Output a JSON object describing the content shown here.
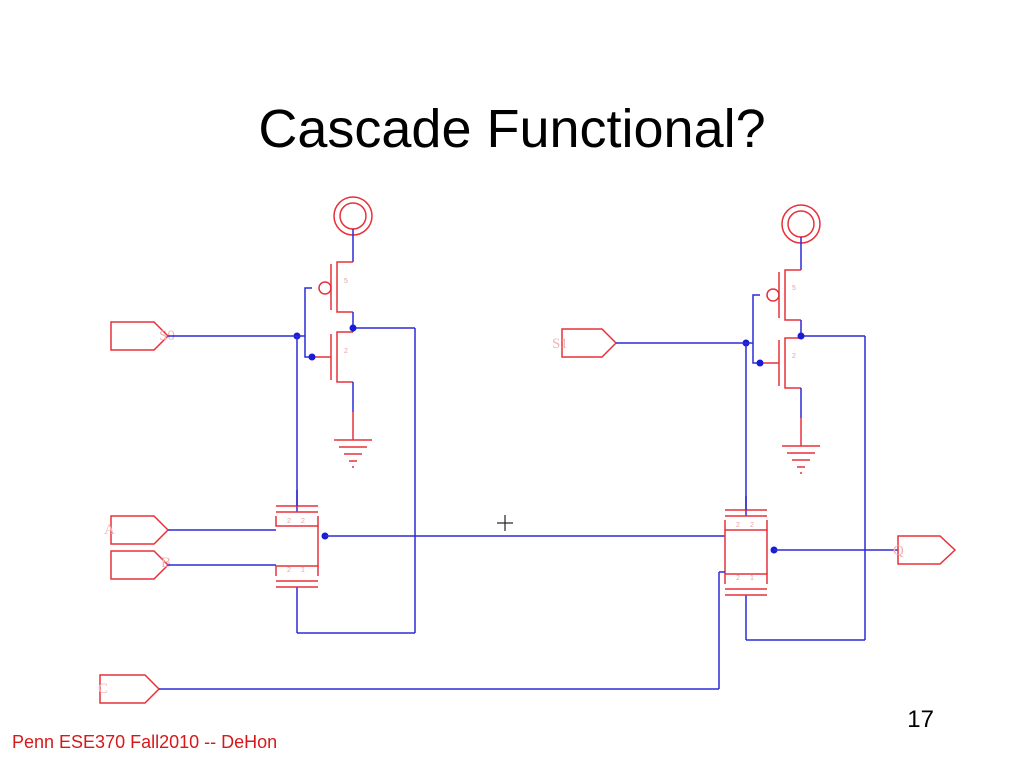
{
  "slide": {
    "title": "Cascade Functional?",
    "slide_number": "17",
    "footer": "Penn ESE370 Fall2010 -- DeHon"
  },
  "schematic": {
    "ports": {
      "s0": "S0",
      "s1": "S1",
      "a": "A",
      "b": "B",
      "c": "C",
      "q": "Q"
    },
    "pin_numbers": {
      "pmos": "5",
      "nmos": "2",
      "pass_pin_left": "2",
      "pass_pin_right": "1"
    },
    "colors": {
      "wire": "#2b2bd6",
      "device": "#e8303a",
      "node": "#1a1ad9",
      "port_label": "#f3b3b6"
    }
  }
}
